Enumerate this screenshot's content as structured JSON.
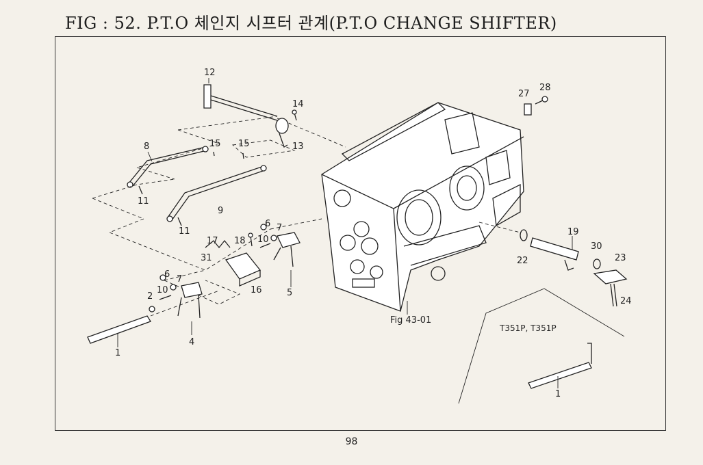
{
  "title": "FIG : 52. P.T.O 체인지 시프터 관계(P.T.O CHANGE SHIFTER)",
  "page_number": "98",
  "callouts": {
    "p1": "1",
    "p2": "2",
    "p4": "4",
    "p5": "5",
    "p6a": "6",
    "p6b": "6",
    "p7a": "7",
    "p7b": "7",
    "p8": "8",
    "p9": "9",
    "p10a": "10",
    "p10b": "10",
    "p11a": "11",
    "p11b": "11",
    "p12": "12",
    "p13": "13",
    "p14": "14",
    "p15a": "15",
    "p15b": "15",
    "p16": "16",
    "p17": "17",
    "p18": "18",
    "p19": "19",
    "p22": "22",
    "p23": "23",
    "p24": "24",
    "p27": "27",
    "p28": "28",
    "p30": "30",
    "p31": "31"
  },
  "fig_ref": "Fig 43-01",
  "inset": {
    "models": "T351P, T351P",
    "part": "1"
  }
}
